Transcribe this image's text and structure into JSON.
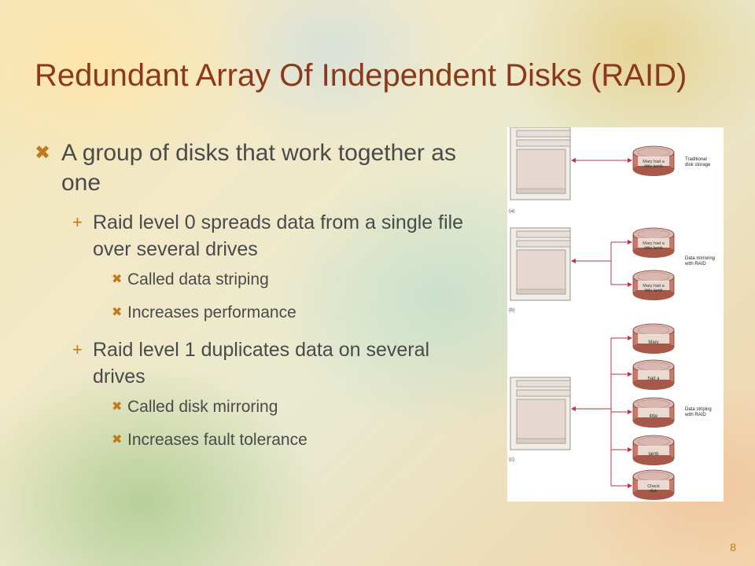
{
  "title": "Redundant Array Of Independent Disks (RAID)",
  "bullets": {
    "main": "A group of disks that work together as one",
    "raid0": "Raid level 0 spreads data from a single file over several drives",
    "raid0_sub": [
      "Called data striping",
      "Increases performance"
    ],
    "raid1": "Raid level 1 duplicates data on several drives",
    "raid1_sub": [
      "Called disk mirroring",
      "Increases fault tolerance"
    ]
  },
  "figure": {
    "a": {
      "tag": "(a)",
      "disk": [
        "Mary had a",
        "little lamb"
      ],
      "label": [
        "Traditional",
        "disk storage"
      ]
    },
    "b": {
      "tag": "(b)",
      "disks": [
        [
          "Mary had a",
          "little lamb"
        ],
        [
          "Mary had a",
          "little lamb"
        ]
      ],
      "label": [
        "Data mirroring",
        "with RAID"
      ]
    },
    "c": {
      "tag": "(c)",
      "disks": [
        [
          "Mary"
        ],
        [
          "had a"
        ],
        [
          "little"
        ],
        [
          "lamb"
        ],
        [
          "Check",
          "disk"
        ]
      ],
      "label": [
        "Data striping",
        "with RAID"
      ]
    }
  },
  "page_number": "8",
  "colors": {
    "title": "#8a3a1a",
    "bullet": "#c07a1a",
    "body_text": "#4a4a4a",
    "arrow": "#c0304a"
  }
}
